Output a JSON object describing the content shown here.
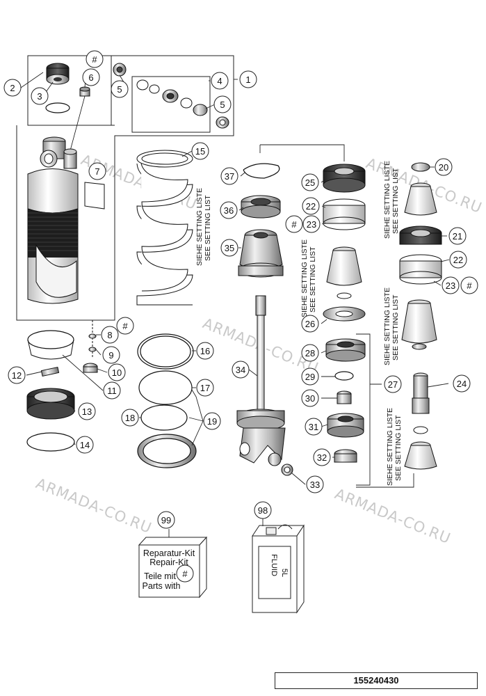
{
  "watermark": "ARMADA-CO.RU",
  "callouts": [
    "#",
    "1",
    "2",
    "3",
    "4",
    "5",
    "5",
    "6",
    "7",
    "15",
    "37",
    "25",
    "20",
    "36",
    "22",
    "#",
    "23",
    "21",
    "35",
    "22",
    "23",
    "#",
    "8",
    "#",
    "9",
    "10",
    "11",
    "16",
    "12",
    "17",
    "13",
    "18",
    "19",
    "14",
    "26",
    "28",
    "29",
    "27",
    "30",
    "31",
    "32",
    "34",
    "24",
    "33",
    "99",
    "98",
    "#"
  ],
  "setting_list": {
    "line1": "SIEHE SETTING LISTE",
    "line2": "SEE SETTING LIST"
  },
  "repair_kit": {
    "line1": "Reparatur-Kit",
    "line2": "Repair-Kit",
    "line3": "Teile mit",
    "line4": "Parts with"
  },
  "fluid_can": {
    "label1": "FLUID",
    "label2": "5L"
  },
  "drawing_number": "155240430"
}
